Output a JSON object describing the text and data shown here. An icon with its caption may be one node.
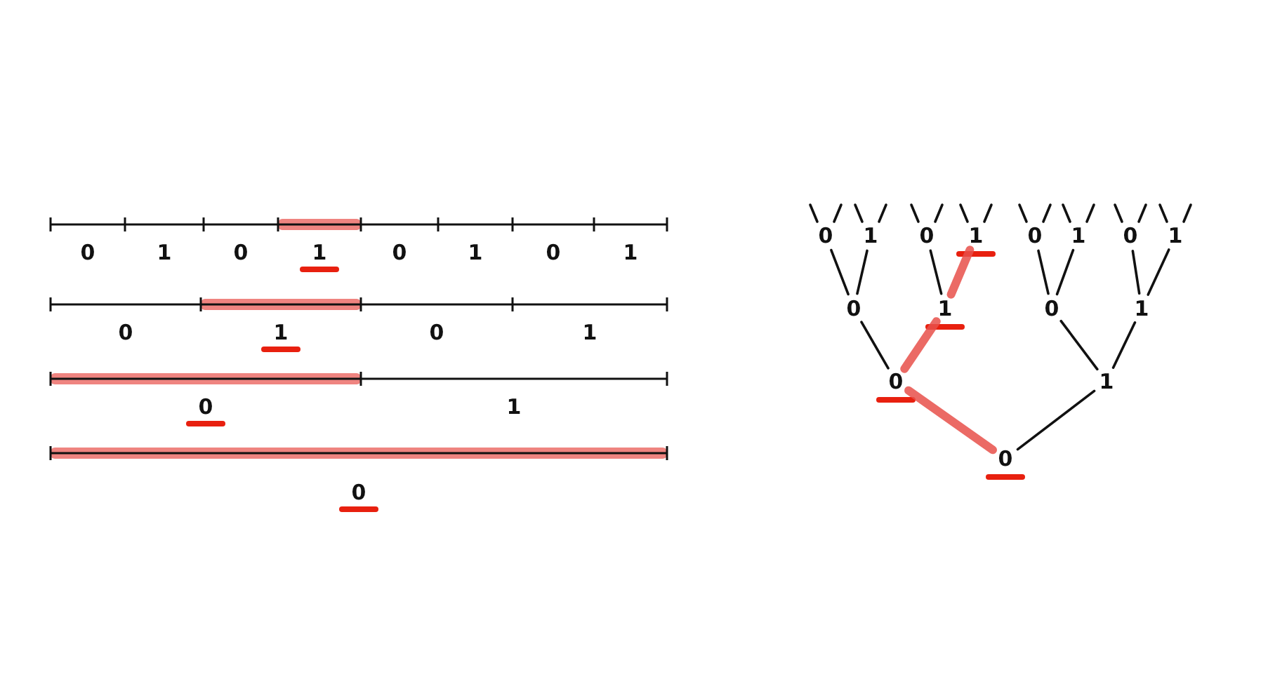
{
  "diagram": {
    "nodes": [
      {
        "text": [
          "0"
        ]
      },
      {
        "text": [
          "1"
        ]
      },
      {
        "text": [
          "0"
        ]
      },
      {
        "text": [
          "1"
        ]
      },
      {
        "text": [
          "0"
        ]
      },
      {
        "text": [
          "1"
        ]
      },
      {
        "text": [
          "0"
        ]
      },
      {
        "text": [
          "1"
        ]
      },
      {
        "text": [
          "0"
        ]
      },
      {
        "text": [
          "1"
        ]
      },
      {
        "text": [
          "0"
        ]
      },
      {
        "text": [
          "1"
        ]
      },
      {
        "text": [
          "0"
        ]
      },
      {
        "text": [
          "1"
        ]
      },
      {
        "text": [
          "0"
        ]
      }
    ],
    "edges": [
      {
        "from": 14,
        "to": 12,
        "arrow": "none",
        "style": "thick",
        "color": "#e8504a"
      },
      {
        "from": 14,
        "to": 13,
        "arrow": "none"
      },
      {
        "from": 12,
        "to": 8,
        "arrow": "none"
      },
      {
        "from": 12,
        "to": 9,
        "arrow": "none",
        "style": "thick",
        "color": "#e8504a"
      },
      {
        "from": 13,
        "to": 10,
        "arrow": "none"
      },
      {
        "from": 13,
        "to": 11,
        "arrow": "none"
      },
      {
        "from": 8,
        "to": 0,
        "arrow": "none"
      },
      {
        "from": 8,
        "to": 1,
        "arrow": "none"
      },
      {
        "from": 9,
        "to": 2,
        "arrow": "none"
      },
      {
        "from": 9,
        "to": 3,
        "arrow": "none",
        "style": "thick",
        "color": "#e8504a"
      },
      {
        "from": 10,
        "to": 4,
        "arrow": "none"
      },
      {
        "from": 10,
        "to": 5,
        "arrow": "none"
      },
      {
        "from": 11,
        "to": 6,
        "arrow": "none"
      },
      {
        "from": 11,
        "to": 7,
        "arrow": "none"
      },
      {
        "from": 0,
        "to": null,
        "arrow": "none"
      },
      {
        "from": 0,
        "to": null,
        "arrow": "none"
      },
      {
        "from": 1,
        "to": null,
        "arrow": "none"
      },
      {
        "from": 1,
        "to": null,
        "arrow": "none"
      },
      {
        "from": 2,
        "to": null,
        "arrow": "none"
      },
      {
        "from": 2,
        "to": null,
        "arrow": "none"
      },
      {
        "from": 3,
        "to": null,
        "arrow": "none"
      },
      {
        "from": 3,
        "to": null,
        "arrow": "none"
      },
      {
        "from": 4,
        "to": null,
        "arrow": "none"
      },
      {
        "from": 4,
        "to": null,
        "arrow": "none"
      },
      {
        "from": 5,
        "to": null,
        "arrow": "none"
      },
      {
        "from": 5,
        "to": null,
        "arrow": "none"
      },
      {
        "from": 6,
        "to": null,
        "arrow": "none"
      },
      {
        "from": 6,
        "to": null,
        "arrow": "none"
      },
      {
        "from": 7,
        "to": null,
        "arrow": "none"
      },
      {
        "from": 7,
        "to": null,
        "arrow": "none"
      }
    ],
    "labels": [
      "0",
      "1",
      "0",
      "1",
      "0",
      "1",
      "0",
      "1",
      "0",
      "1",
      "0",
      "1",
      "0",
      "1",
      "0"
    ]
  }
}
